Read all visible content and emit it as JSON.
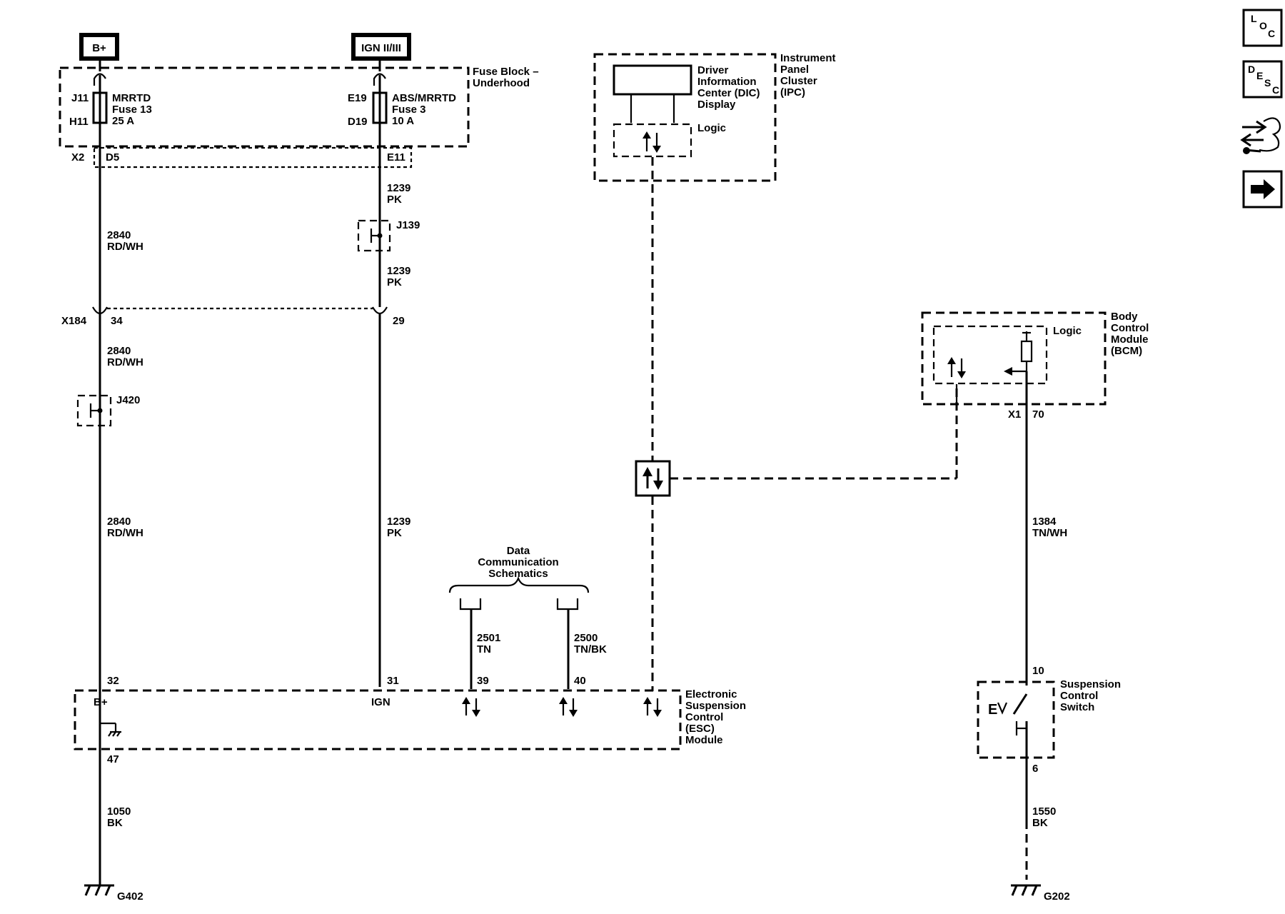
{
  "power": {
    "bplus": "B+",
    "ign": "IGN II/III"
  },
  "fuse_block": {
    "label": [
      "Fuse Block –",
      "Underhood"
    ],
    "fuse13": {
      "pin_in": "J11",
      "pin_out": "H11",
      "name": "MRRTD",
      "fuse": "Fuse 13",
      "rating": "25 A"
    },
    "fuse3": {
      "pin_in": "E19",
      "pin_out": "D19",
      "name": "ABS/MRRTD",
      "fuse": "Fuse 3",
      "rating": "10 A"
    }
  },
  "x2": {
    "conn": "X2",
    "pin_a": "D5",
    "pin_b": "E11"
  },
  "wires": {
    "w1239a": {
      "circuit": "1239",
      "color": "PK"
    },
    "w1239b": {
      "circuit": "1239",
      "color": "PK"
    },
    "w1239c": {
      "circuit": "1239",
      "color": "PK"
    },
    "w2840a": {
      "circuit": "2840",
      "color": "RD/WH"
    },
    "w2840b": {
      "circuit": "2840",
      "color": "RD/WH"
    },
    "w2840c": {
      "circuit": "2840",
      "color": "RD/WH"
    },
    "w2501": {
      "circuit": "2501",
      "color": "TN"
    },
    "w2500": {
      "circuit": "2500",
      "color": "TN/BK"
    },
    "w1050": {
      "circuit": "1050",
      "color": "BK"
    },
    "w1384": {
      "circuit": "1384",
      "color": "TN/WH"
    },
    "w1550": {
      "circuit": "1550",
      "color": "BK"
    }
  },
  "splices": {
    "j139": "J139",
    "j420": "J420"
  },
  "x184": {
    "conn": "X184",
    "pin_a": "34",
    "pin_b": "29"
  },
  "ipc": {
    "label": [
      "Instrument",
      "Panel",
      "Cluster",
      "(IPC)"
    ],
    "dic": [
      "Driver",
      "Information",
      "Center (DIC)",
      "Display"
    ],
    "logic": "Logic"
  },
  "bcm": {
    "label": [
      "Body",
      "Control",
      "Module",
      "(BCM)"
    ],
    "logic": "Logic",
    "conn": "X1",
    "pin": "70"
  },
  "data_comm": [
    "Data",
    "Communication",
    "Schematics"
  ],
  "esc": {
    "label": [
      "Electronic",
      "Suspension",
      "Control",
      "(ESC)",
      "Module"
    ],
    "pin_bplus": "32",
    "lbl_bplus": "B+",
    "pin_ign": "31",
    "lbl_ign": "IGN",
    "pin_39": "39",
    "pin_40": "40",
    "pin_gnd": "47"
  },
  "switch": {
    "label": [
      "Suspension",
      "Control",
      "Switch"
    ],
    "pin_top": "10",
    "pin_bot": "6"
  },
  "grounds": {
    "g402": "G402",
    "g202": "G202"
  },
  "nav": {
    "loc": [
      "L",
      "O",
      "C"
    ],
    "desc": [
      "D",
      "E",
      "S",
      "C"
    ]
  }
}
